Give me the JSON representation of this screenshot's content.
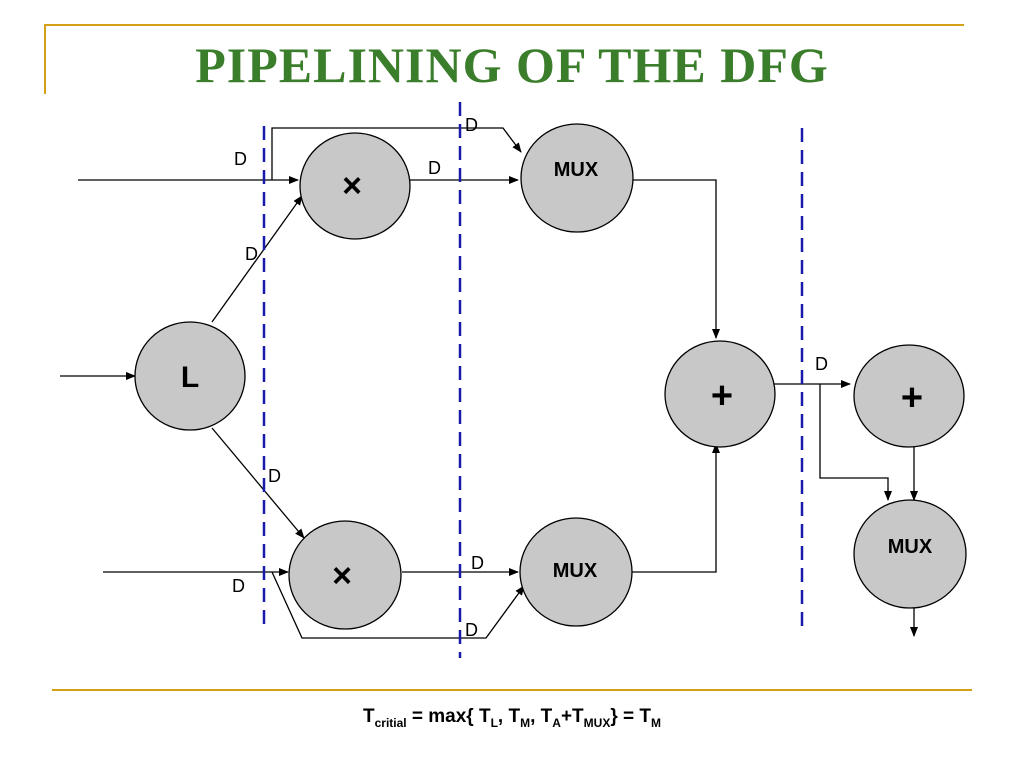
{
  "title": "PIPELINING OF THE DFG",
  "nodes": {
    "l": "L",
    "mult_top": "×",
    "mult_bottom": "×",
    "mux_top": "MUX",
    "mux_bottom": "MUX",
    "add_middle": "+",
    "add_right": "+",
    "mux_right": "MUX"
  },
  "delay_label": "D",
  "colors": {
    "title": "#3a7d2a",
    "frame": "#d4a017",
    "cutset": "#1a1aaa",
    "node_fill": "#c8c8c8"
  },
  "formula": {
    "t": "T",
    "critical_sub": "critial",
    "eq_max": " = max{ ",
    "tl_sub": "L",
    "sep1": ", ",
    "tm_sub": "M",
    "sep2": ", ",
    "ta_sub": "A",
    "plus": "+",
    "tmux_sub": "MUX",
    "close_eq": "} = ",
    "tm_final_sub": "M"
  }
}
